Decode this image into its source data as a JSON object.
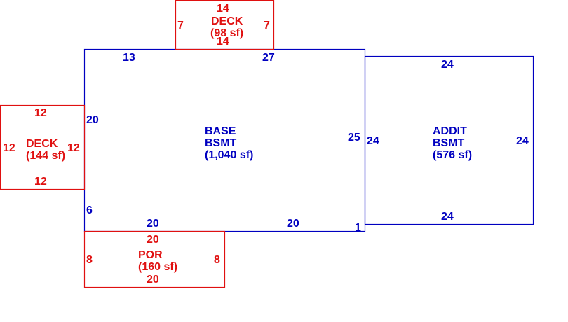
{
  "colors": {
    "main": "#0000c0",
    "attached": "#e01010"
  },
  "areas": [
    {
      "id": "base",
      "name": [
        "BASE",
        "BSMT"
      ],
      "area": "(1,040 sf)",
      "dims": {
        "top_left": "13",
        "top_right": "27",
        "left_upper": "20",
        "left_lower": "6",
        "right": "25",
        "bottom_left": "20",
        "bottom_right": "20",
        "bottom_corner": "1"
      }
    },
    {
      "id": "addition",
      "name": [
        "ADDIT",
        "BSMT"
      ],
      "area": "(576 sf)",
      "dims": {
        "top": "24",
        "bottom": "24",
        "left": "24",
        "right": "24"
      }
    },
    {
      "id": "deck-top",
      "name": [
        "DECK"
      ],
      "area": "(98 sf)",
      "dims": {
        "top": "14",
        "bottom": "14",
        "left": "7",
        "right": "7"
      }
    },
    {
      "id": "deck-left",
      "name": [
        "DECK"
      ],
      "area": "(144 sf)",
      "dims": {
        "top": "12",
        "bottom": "12",
        "left": "12",
        "right": "12"
      }
    },
    {
      "id": "porch",
      "name": [
        "POR"
      ],
      "area": "(160 sf)",
      "dims": {
        "top": "20",
        "bottom": "20",
        "left": "8",
        "right": "8"
      }
    }
  ]
}
